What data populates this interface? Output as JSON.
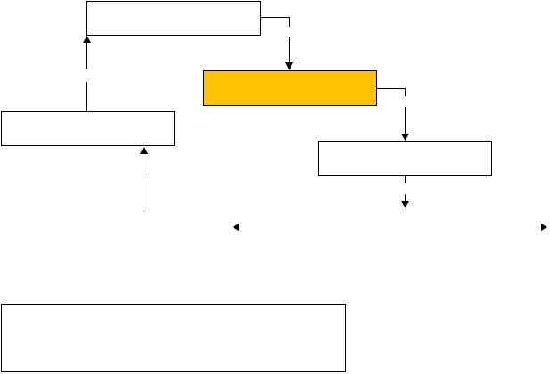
{
  "diagram": {
    "boxes": [
      {
        "name": "box-top",
        "label": "",
        "fill": "#ffffff"
      },
      {
        "name": "box-highlighted",
        "label": "",
        "fill": "#ffc000"
      },
      {
        "name": "box-left",
        "label": "",
        "fill": "#ffffff"
      },
      {
        "name": "box-right",
        "label": "",
        "fill": "#ffffff"
      },
      {
        "name": "box-bottom",
        "label": "",
        "fill": "#ffffff"
      }
    ],
    "colors": {
      "stroke": "#000000",
      "highlight": "#ffc000",
      "background": "#ffffff"
    }
  }
}
